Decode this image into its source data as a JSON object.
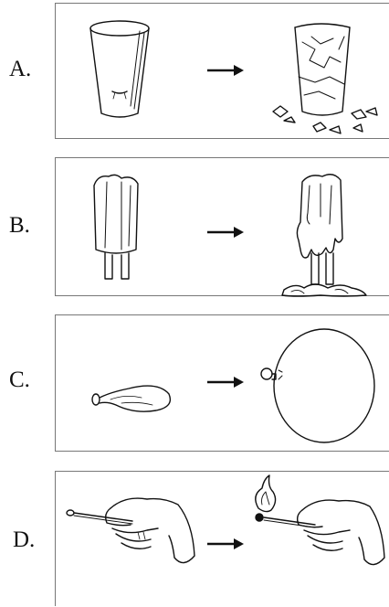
{
  "options": [
    {
      "label": "A.",
      "before": "empty-glass",
      "after": "shattered-glass"
    },
    {
      "label": "B.",
      "before": "popsicle",
      "after": "melted-popsicle"
    },
    {
      "label": "C.",
      "before": "deflated-balloon",
      "after": "inflated-balloon"
    },
    {
      "label": "D.",
      "before": "hand-holding-match",
      "after": "hand-holding-lit-match"
    }
  ],
  "colors": {
    "ink": "#111111",
    "panel_border": "#777777",
    "flame": "#111111"
  }
}
